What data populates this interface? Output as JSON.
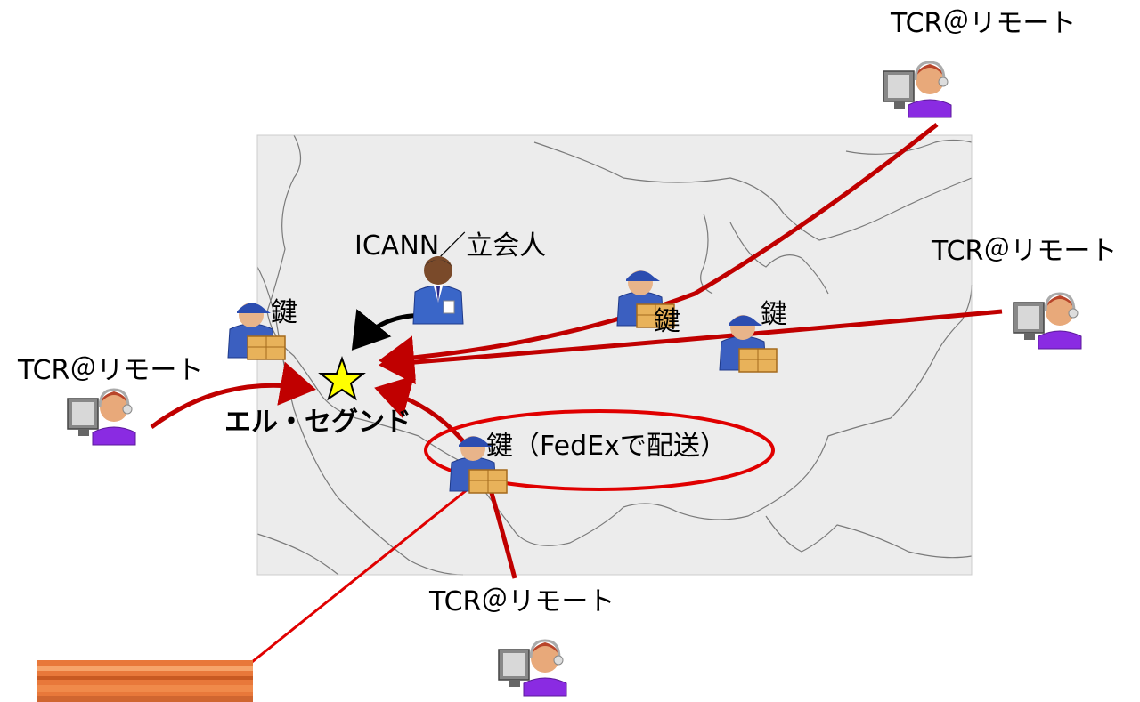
{
  "remote_label": "TCR＠リモート",
  "remote_nodes": [
    {
      "label": "TCR＠リモート"
    },
    {
      "label": "TCR＠リモート"
    },
    {
      "label": "TCR＠リモート"
    },
    {
      "label": "TCR＠リモート"
    }
  ],
  "witness": {
    "label": "ICANN／立会人"
  },
  "destination": {
    "label": "エル・セグンド"
  },
  "key_label": "鍵",
  "fedex_label": "鍵（FedExで配送）",
  "colors": {
    "arrow": "#c00000",
    "highlight": "#e00000",
    "star": "#ffff00",
    "map_bg": "#ececec"
  }
}
